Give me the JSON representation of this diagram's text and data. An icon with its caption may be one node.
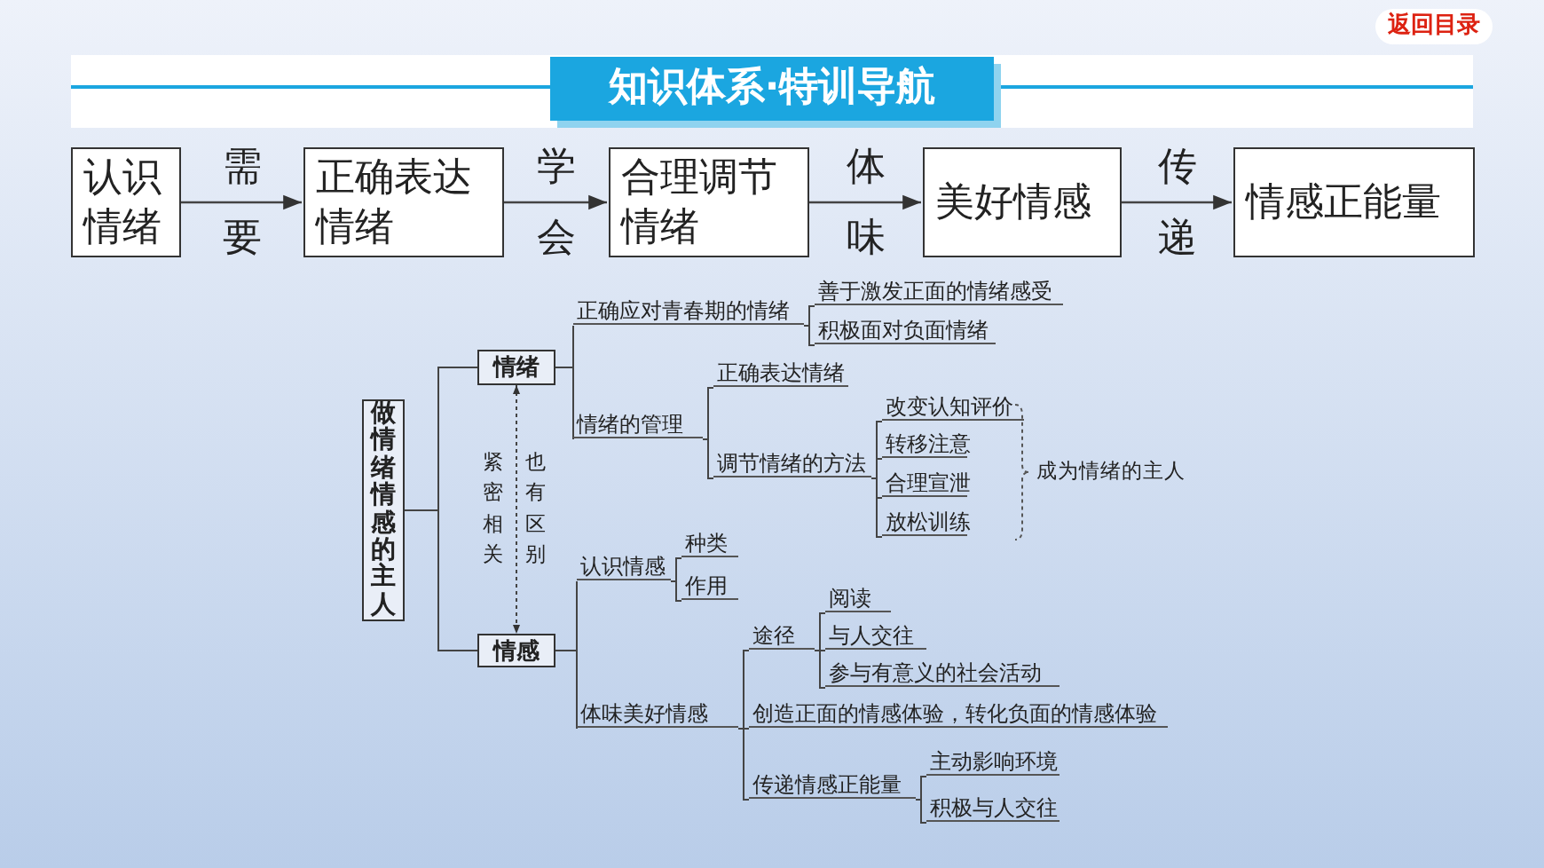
{
  "diagram": {
    "title": "知识体系·特训导航",
    "nodes": [
      {
        "text": [
          "认识情绪"
        ]
      },
      {
        "text": [
          "正确表达情绪"
        ]
      },
      {
        "text": [
          "合理调节情绪"
        ]
      },
      {
        "text": [
          "美好情感"
        ]
      },
      {
        "text": [
          "情感正能量"
        ]
      },
      {
        "text": [
          "做情绪情感的主人"
        ]
      },
      {
        "text": [
          "情绪"
        ]
      },
      {
        "text": [
          "情感"
        ]
      },
      {
        "text": [
          "正确应对青春期的情绪"
        ]
      },
      {
        "text": [
          "善于激发正面的情绪感受"
        ]
      },
      {
        "text": [
          "积极面对负面情绪"
        ]
      },
      {
        "text": [
          "情绪的管理"
        ]
      },
      {
        "text": [
          "正确表达情绪"
        ]
      },
      {
        "text": [
          "调节情绪的方法"
        ]
      },
      {
        "text": [
          "改变认知评价"
        ]
      },
      {
        "text": [
          "转移注意"
        ]
      },
      {
        "text": [
          "合理宣泄"
        ]
      },
      {
        "text": [
          "放松训练"
        ]
      },
      {
        "text": [
          "认识情感"
        ]
      },
      {
        "text": [
          "种类"
        ]
      },
      {
        "text": [
          "作用"
        ]
      },
      {
        "text": [
          "体味美好情感"
        ]
      },
      {
        "text": [
          "途径"
        ]
      },
      {
        "text": [
          "阅读"
        ]
      },
      {
        "text": [
          "与人交往"
        ]
      },
      {
        "text": [
          "参与有意义的社会活动"
        ]
      },
      {
        "text": [
          "创造正面的情感体验，转化负面的情感体验"
        ]
      },
      {
        "text": [
          "传递情感正能量"
        ]
      },
      {
        "text": [
          "主动影响环境"
        ]
      },
      {
        "text": [
          "积极与人交往"
        ]
      }
    ],
    "edges": [
      {
        "from": 0,
        "to": 1,
        "arrow": "to",
        "label": "需要"
      },
      {
        "from": 1,
        "to": 2,
        "arrow": "to",
        "label": "学会"
      },
      {
        "from": 2,
        "to": 3,
        "arrow": "to",
        "label": "体味"
      },
      {
        "from": 3,
        "to": 4,
        "arrow": "to",
        "label": "传递"
      },
      {
        "from": 5,
        "to": 6,
        "arrow": "none"
      },
      {
        "from": 5,
        "to": 7,
        "arrow": "none"
      },
      {
        "from": 6,
        "to": 7,
        "arrow": "both",
        "style": "dashed",
        "label": "紧密相关"
      },
      {
        "from": 6,
        "to": 8,
        "arrow": "none"
      },
      {
        "from": 6,
        "to": 11,
        "arrow": "none"
      },
      {
        "from": 8,
        "to": 9,
        "arrow": "none"
      },
      {
        "from": 8,
        "to": 10,
        "arrow": "none"
      },
      {
        "from": 11,
        "to": 12,
        "arrow": "none"
      },
      {
        "from": 11,
        "to": 13,
        "arrow": "none"
      },
      {
        "from": 13,
        "to": 14,
        "arrow": "none"
      },
      {
        "from": 13,
        "to": 15,
        "arrow": "none"
      },
      {
        "from": 13,
        "to": 16,
        "arrow": "none"
      },
      {
        "from": 13,
        "to": 17,
        "arrow": "none"
      },
      {
        "from": 7,
        "to": 18,
        "arrow": "none"
      },
      {
        "from": 7,
        "to": 21,
        "arrow": "none"
      },
      {
        "from": 18,
        "to": 19,
        "arrow": "none"
      },
      {
        "from": 18,
        "to": 20,
        "arrow": "none"
      },
      {
        "from": 21,
        "to": 22,
        "arrow": "none"
      },
      {
        "from": 21,
        "to": 26,
        "arrow": "none"
      },
      {
        "from": 21,
        "to": 27,
        "arrow": "none"
      },
      {
        "from": 22,
        "to": 23,
        "arrow": "none"
      },
      {
        "from": 22,
        "to": 24,
        "arrow": "none"
      },
      {
        "from": 22,
        "to": 25,
        "arrow": "none"
      },
      {
        "from": 27,
        "to": 28,
        "arrow": "none"
      },
      {
        "from": 27,
        "to": 29,
        "arrow": "none"
      }
    ],
    "labels": [
      "返回目录",
      "也有区别",
      "成为情绪的主人"
    ]
  }
}
